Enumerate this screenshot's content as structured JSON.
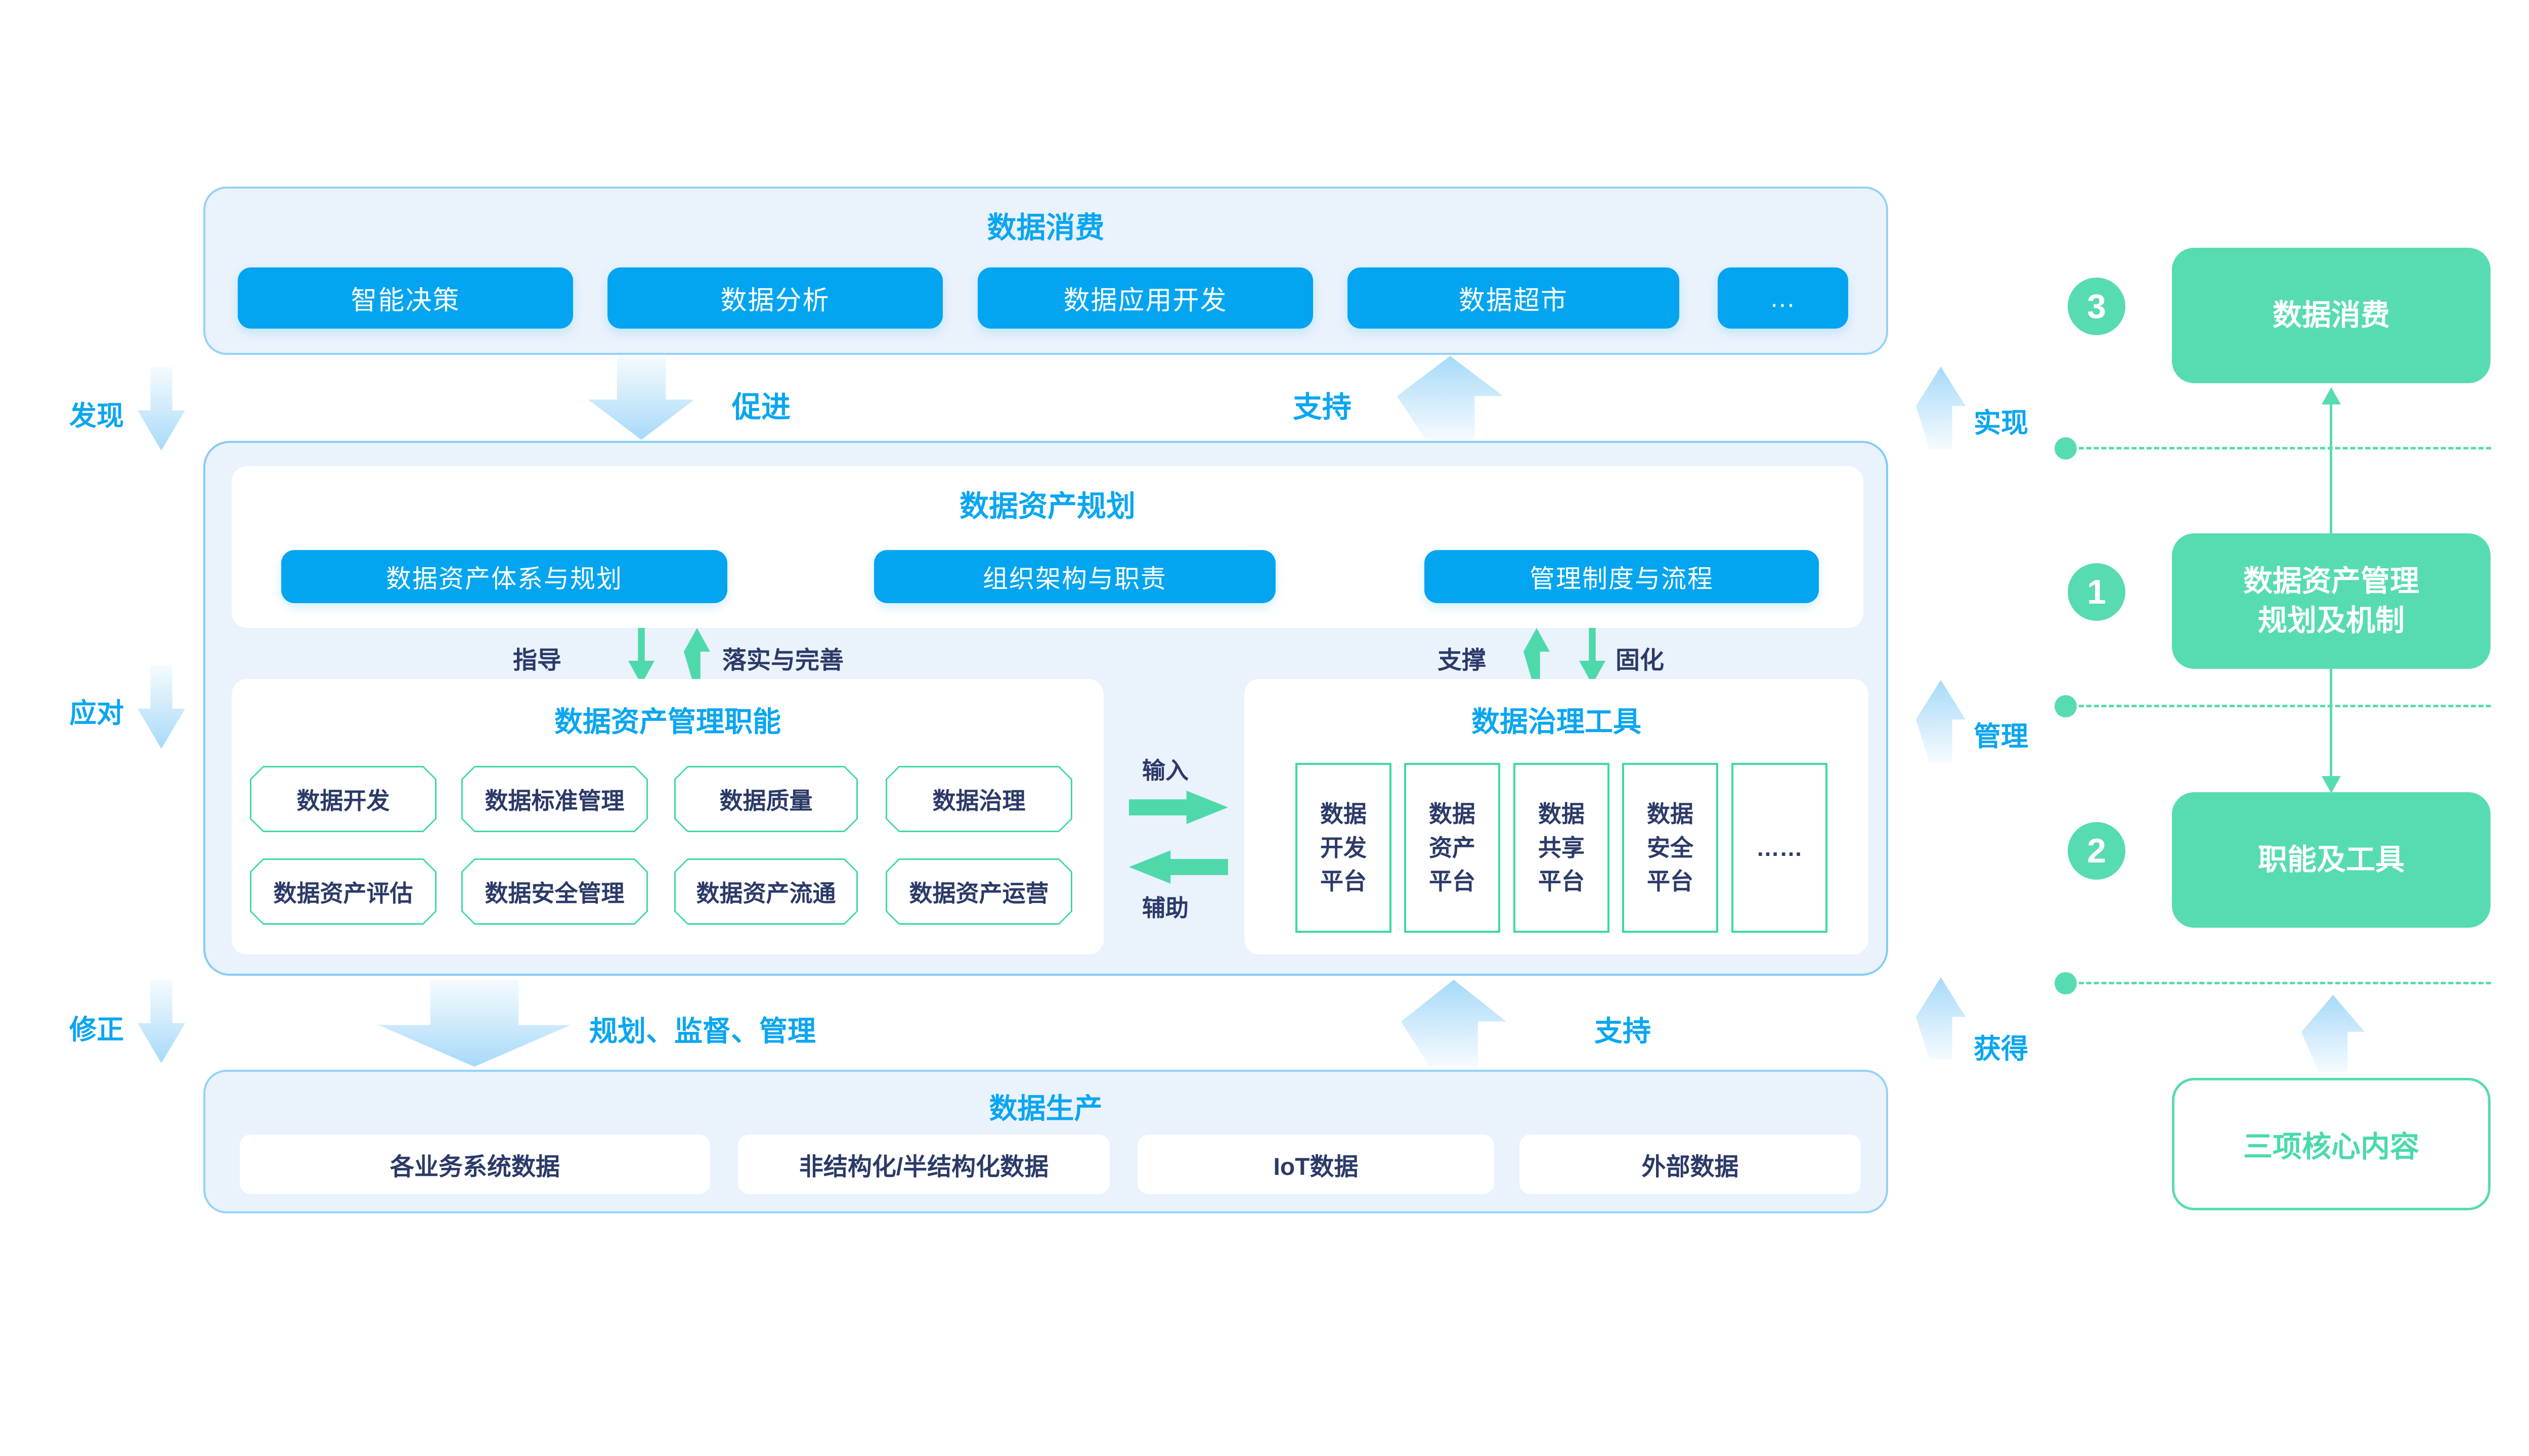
{
  "colors": {
    "accent_blue": "#0AA6F1",
    "button_blue": "#03A5F0",
    "mint_green": "#57DBB2",
    "mint_border": "#3FD7A8",
    "navy_text": "#2B3A68",
    "panel_bg": "#EAF2FC",
    "panel_border": "#93D2F8"
  },
  "consumption": {
    "title": "数据消费",
    "items": [
      "智能决策",
      "数据分析",
      "数据应用开发",
      "数据超市",
      "..."
    ]
  },
  "left_flow": {
    "discover": "发现",
    "respond": "应对",
    "correct": "修正"
  },
  "flow": {
    "promote": "促进",
    "support_top": "支持",
    "plan_manage": "规划、监督、管理",
    "support_bottom": "支持"
  },
  "right_flow": {
    "realize": "实现",
    "manage": "管理",
    "obtain": "获得"
  },
  "planning": {
    "title": "数据资产规划",
    "items": [
      "数据资产体系与规划",
      "组织架构与职责",
      "管理制度与流程"
    ],
    "sub_left": {
      "down": "指导",
      "up": "落实与完善"
    },
    "sub_right": {
      "up": "支撑",
      "down": "固化"
    }
  },
  "functions": {
    "title": "数据资产管理职能",
    "cells": [
      "数据开发",
      "数据标准管理",
      "数据质量",
      "数据治理",
      "数据资产评估",
      "数据安全管理",
      "数据资产流通",
      "数据资产运营"
    ]
  },
  "io": {
    "input": "输入",
    "assist": "辅助"
  },
  "tools": {
    "title": "数据治理工具",
    "platforms": [
      "数据\n开发\n平台",
      "数据\n资产\n平台",
      "数据\n共享\n平台",
      "数据\n安全\n平台"
    ],
    "more": "……"
  },
  "production": {
    "title": "数据生产",
    "items": [
      "各业务系统数据",
      "非结构化/半结构化数据",
      "IoT数据",
      "外部数据"
    ]
  },
  "right_panel": {
    "steps": [
      {
        "num": "3",
        "label": "数据消费"
      },
      {
        "num": "1",
        "label": "数据资产管理\n规划及机制"
      },
      {
        "num": "2",
        "label": "职能及工具"
      }
    ],
    "footer": "三项核心内容"
  }
}
